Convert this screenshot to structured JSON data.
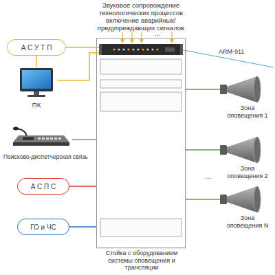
{
  "diagram": {
    "nodes": [
      {
        "text": [
          "А С У Т П"
        ]
      },
      {
        "text": [
          "ПК"
        ]
      },
      {
        "text": [
          "Поисково-диспетчерская связь"
        ]
      },
      {
        "text": [
          "А С П С"
        ]
      },
      {
        "text": [
          "ГО и ЧС"
        ]
      },
      {
        "text": [
          "Стойка с оборудованием системы оповещения и трансляции"
        ]
      },
      {
        "text": [
          "ARM-911"
        ],
        "in": 5
      },
      {
        "text": [
          "Зона оповещения 1"
        ]
      },
      {
        "text": [
          "Зона оповещения 2"
        ]
      },
      {
        "text": [
          "Зона оповещения N"
        ]
      }
    ],
    "edges": [
      {
        "from": 0,
        "to": 6,
        "arrow": "none"
      },
      {
        "from": 1,
        "to": 6,
        "arrow": "none"
      },
      {
        "from": 0,
        "to": 1,
        "arrow": "none"
      },
      {
        "from": 2,
        "to": 5,
        "arrow": "none"
      },
      {
        "from": 3,
        "to": 5,
        "arrow": "none"
      },
      {
        "from": 4,
        "to": 5,
        "arrow": "none"
      },
      {
        "from": 5,
        "to": 7,
        "arrow": "none"
      },
      {
        "from": 5,
        "to": 8,
        "arrow": "none"
      },
      {
        "from": 5,
        "to": 9,
        "arrow": "none"
      }
    ],
    "labels": [
      "Звуковое сопровождение технологических процессов включение аварийных/ предупреждающих сигналов",
      "...",
      "..."
    ]
  }
}
